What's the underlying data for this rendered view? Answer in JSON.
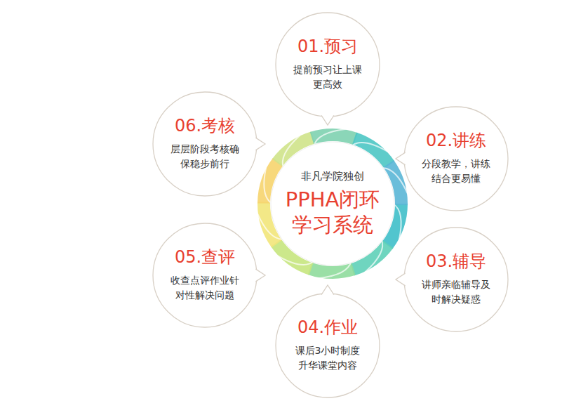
{
  "diagram": {
    "nodes": [
      {
        "text": [
          "非凡学院独创",
          "PPHA闭环 学习系统"
        ]
      },
      {
        "text": [
          "01.预习",
          "提前预习让上课 更高效"
        ]
      },
      {
        "text": [
          "02.讲练",
          "分段教学，讲练 结合更易懂"
        ]
      },
      {
        "text": [
          "03.辅导",
          "讲师亲临辅导及 时解决疑惑"
        ]
      },
      {
        "text": [
          "04.作业",
          "课后3小时制度 升华课堂内容"
        ]
      },
      {
        "text": [
          "05.查评",
          "收查点评作业针 对性解决问题"
        ]
      },
      {
        "text": [
          "06.考核",
          "层层阶段考核确 保稳步前行"
        ]
      }
    ]
  }
}
